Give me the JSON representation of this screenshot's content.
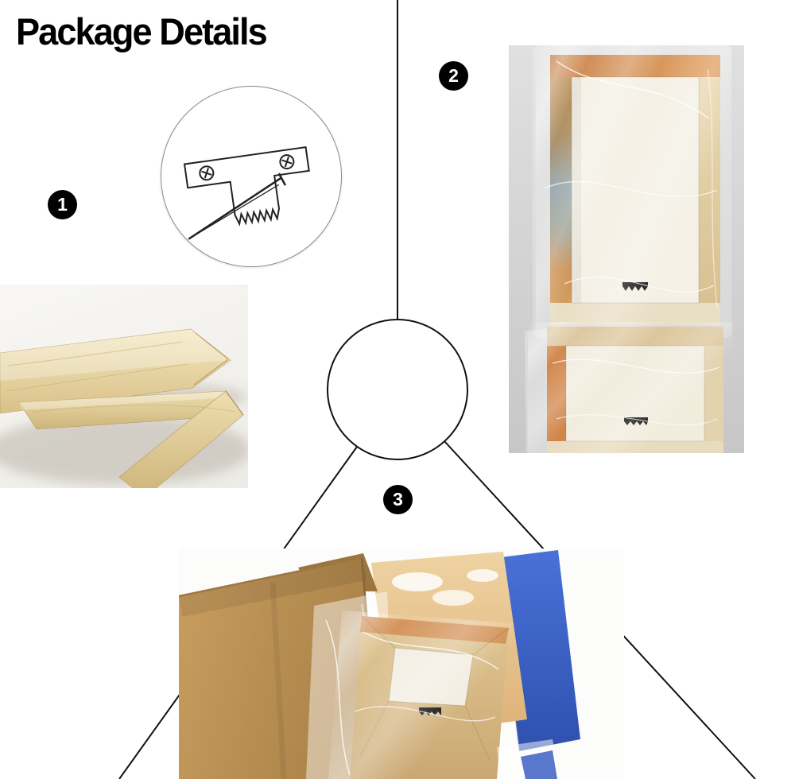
{
  "title": "Package Details",
  "steps": [
    {
      "number": "1",
      "icon": "sawtooth-hanger-icon"
    },
    {
      "number": "2",
      "icon": "wrapped-frames-icon"
    },
    {
      "number": "3",
      "icon": "package-box-icon"
    }
  ],
  "colors": {
    "divider_line": "#111111",
    "badge_bg": "#000000",
    "badge_text": "#ffffff",
    "wood": "#e3d09c",
    "cardboard": "#bb9255",
    "canvas_blue": "#3f63cc",
    "canvas_orange": "#dba35f",
    "photo_background_gray": "#d6d6d6"
  }
}
